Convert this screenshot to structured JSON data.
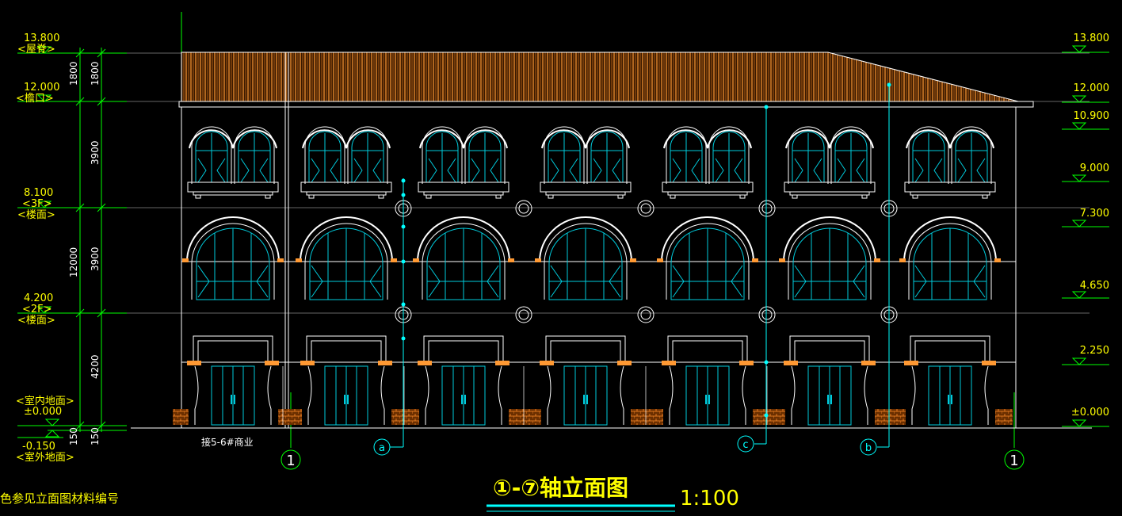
{
  "drawing": {
    "title": "①-⑦轴立面图",
    "scale": "1:100",
    "note_line1": "色参见立面图材料编号",
    "note_line2": "接5-6#商业"
  },
  "left_elevations": [
    {
      "value": "13.800",
      "label": "<屋脊>"
    },
    {
      "value": "12.000",
      "label": "<檐口>"
    },
    {
      "value": "8.100",
      "label": "<3F>",
      "label2": "<楼面>"
    },
    {
      "value": "4.200",
      "label": "<2F>",
      "label2": "<楼面>"
    },
    {
      "value": "±0.000",
      "label": "<室内地面>"
    },
    {
      "value": "-0.150",
      "label": "<室外地面>"
    }
  ],
  "right_elevations": [
    "13.800",
    "12.000",
    "10.900",
    "9.000",
    "7.300",
    "4.650",
    "2.250",
    "±0.000"
  ],
  "dimensions": {
    "outer": [
      "1800",
      "12000",
      "150"
    ],
    "inner": [
      "1800",
      "3900",
      "3900",
      "4200",
      "150"
    ]
  },
  "axes": {
    "left": "1",
    "right": "1",
    "a": "a",
    "c": "c",
    "b": "b"
  },
  "colors": {
    "background": "#000000",
    "lines": "#ffffff",
    "annotation": "#ffff00",
    "dimension": "#00ff00",
    "axis_marker": "#00ffff",
    "roof": "#ff9933",
    "glazing": "#00ccdd"
  }
}
